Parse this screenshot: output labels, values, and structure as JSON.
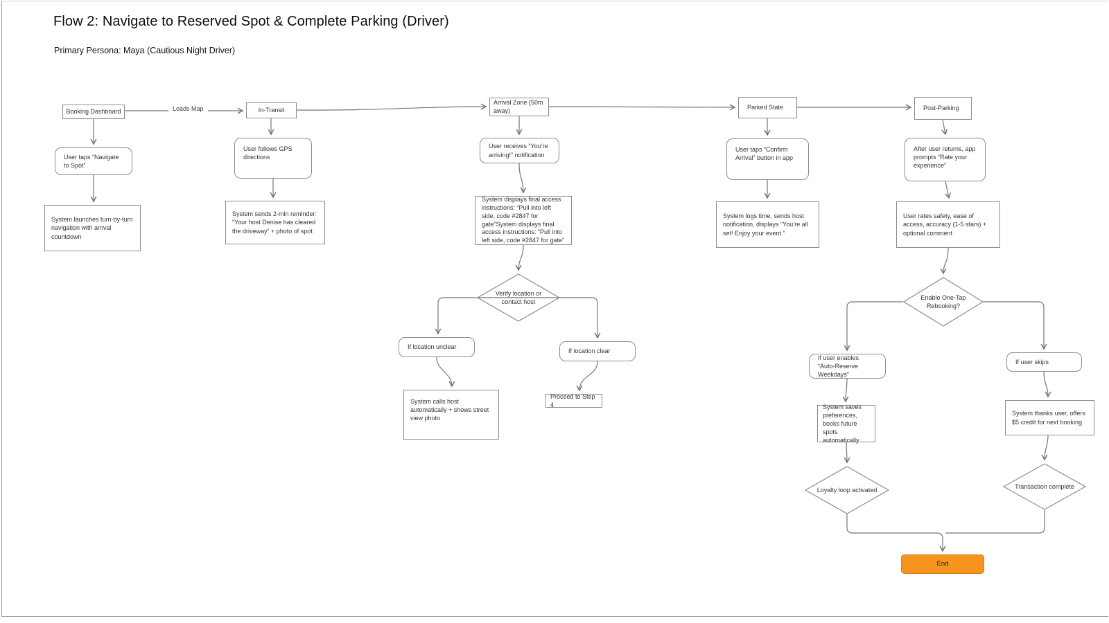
{
  "page": {
    "title": "Flow 2: Navigate to Reserved Spot & Complete Parking (Driver)",
    "subtitle": "Primary Persona: Maya (Cautious Night Driver)"
  },
  "colors": {
    "connector": "#757575",
    "node_border": "#8c8c8c",
    "node_text": "#333333",
    "end_fill": "#F7941E",
    "end_border": "#D97C12"
  },
  "edge_labels": {
    "loads_map": "Loads Map"
  },
  "nodes": {
    "booking_dashboard": {
      "label": "Booking Dashboard"
    },
    "in_transit": {
      "label": "In-Transit"
    },
    "arrival_zone": {
      "label": "Arrival Zone (50m away)"
    },
    "parked_state": {
      "label": "Parked State"
    },
    "post_parking": {
      "label": "Post-Parking"
    },
    "user_taps_navigate": {
      "label": "User taps “Navigate to Spot”"
    },
    "user_follows_gps": {
      "label": "User follows GPS directions"
    },
    "user_receives_arriving": {
      "label": "User receives “You’re arriving!” notification"
    },
    "user_taps_confirm": {
      "label": "User taps “Confirm Arrival” button in app"
    },
    "after_user_returns": {
      "label": "After user returns, app prompts “Rate your experience”"
    },
    "system_launches": {
      "label": "System launches turn-by-turn navigation with arrival countdown"
    },
    "system_sends_reminder": {
      "label": "System sends 2-min reminder: “Your host Denise has cleared the driveway” + photo of spot"
    },
    "system_displays_access": {
      "label": "System displays final access instructions: “Pull into left side, code #2847 for gate”System displays final access instructions: “Pull into left side, code #2847 for gate”"
    },
    "system_logs_time": {
      "label": "System logs time, sends host notification, displays “You’re all set! Enjoy your event.”"
    },
    "user_rates": {
      "label": "User rates safety, ease of access, accuracy (1-5 stars) + optional comment"
    },
    "verify_location": {
      "label": "Verify location or contact host"
    },
    "if_location_unclear": {
      "label": "If location unclear"
    },
    "if_location_clear": {
      "label": "If location clear"
    },
    "system_calls_host": {
      "label": "System calls host automatically + shows street view photo"
    },
    "proceed_step4": {
      "label": "Proceed to Step 4"
    },
    "enable_rebooking": {
      "label": "Enable One-Tap Rebooking?"
    },
    "if_user_enables": {
      "label": "If user enables “Auto-Reserve Weekdays”"
    },
    "if_user_skips": {
      "label": "If user skips"
    },
    "system_saves": {
      "label": "System saves preferences, books future spots automatically"
    },
    "system_thanks": {
      "label": "System thanks user, offers $5 credit for next booking"
    },
    "loyalty_loop": {
      "label": "Loyalty loop activated"
    },
    "transaction_complete": {
      "label": "Transaction complete"
    },
    "end": {
      "label": "End"
    }
  }
}
